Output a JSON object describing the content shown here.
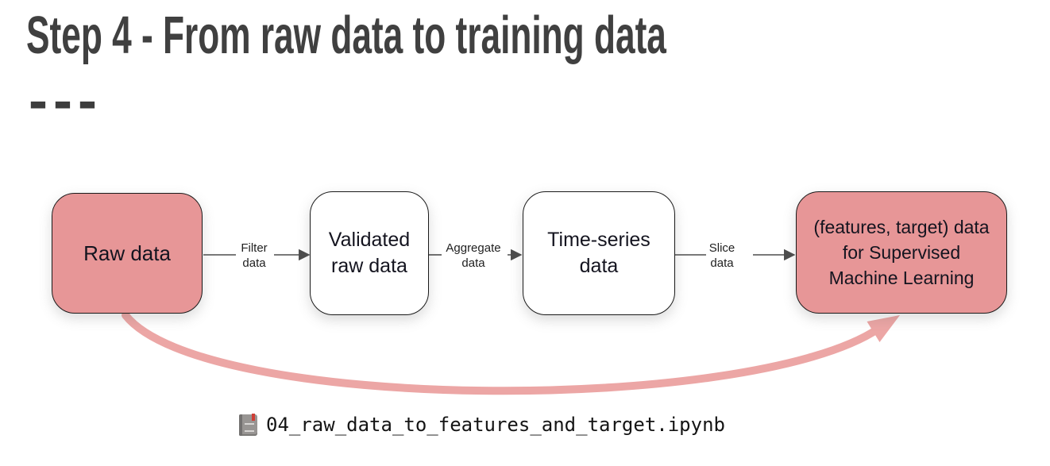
{
  "title": "Step 4 - From raw data to training data",
  "separator": "---",
  "diagram": {
    "nodes": [
      {
        "id": "raw",
        "label": "Raw data",
        "highlighted": true
      },
      {
        "id": "validated",
        "label": "Validated raw data",
        "highlighted": false
      },
      {
        "id": "timeseries",
        "label": "Time-series data",
        "highlighted": false
      },
      {
        "id": "features",
        "label": "(features, target) data for Supervised Machine Learning",
        "highlighted": true
      }
    ],
    "edges": [
      {
        "from": "raw",
        "to": "validated",
        "label": "Filter data",
        "style": "straight"
      },
      {
        "from": "validated",
        "to": "timeseries",
        "label": "Aggregate data",
        "style": "straight"
      },
      {
        "from": "timeseries",
        "to": "features",
        "label": "Slice data",
        "style": "straight"
      },
      {
        "from": "raw",
        "to": "features",
        "label": "",
        "style": "curved-highlight"
      }
    ],
    "colors": {
      "highlight_fill": "#E79697",
      "node_border": "#1A1A1A",
      "connector": "#4D4D4D",
      "curved_arrow": "#ECA6A5",
      "title_text": "#404040"
    }
  },
  "caption": {
    "icon": "notebook-icon",
    "filename": "04_raw_data_to_features_and_target.ipynb"
  }
}
